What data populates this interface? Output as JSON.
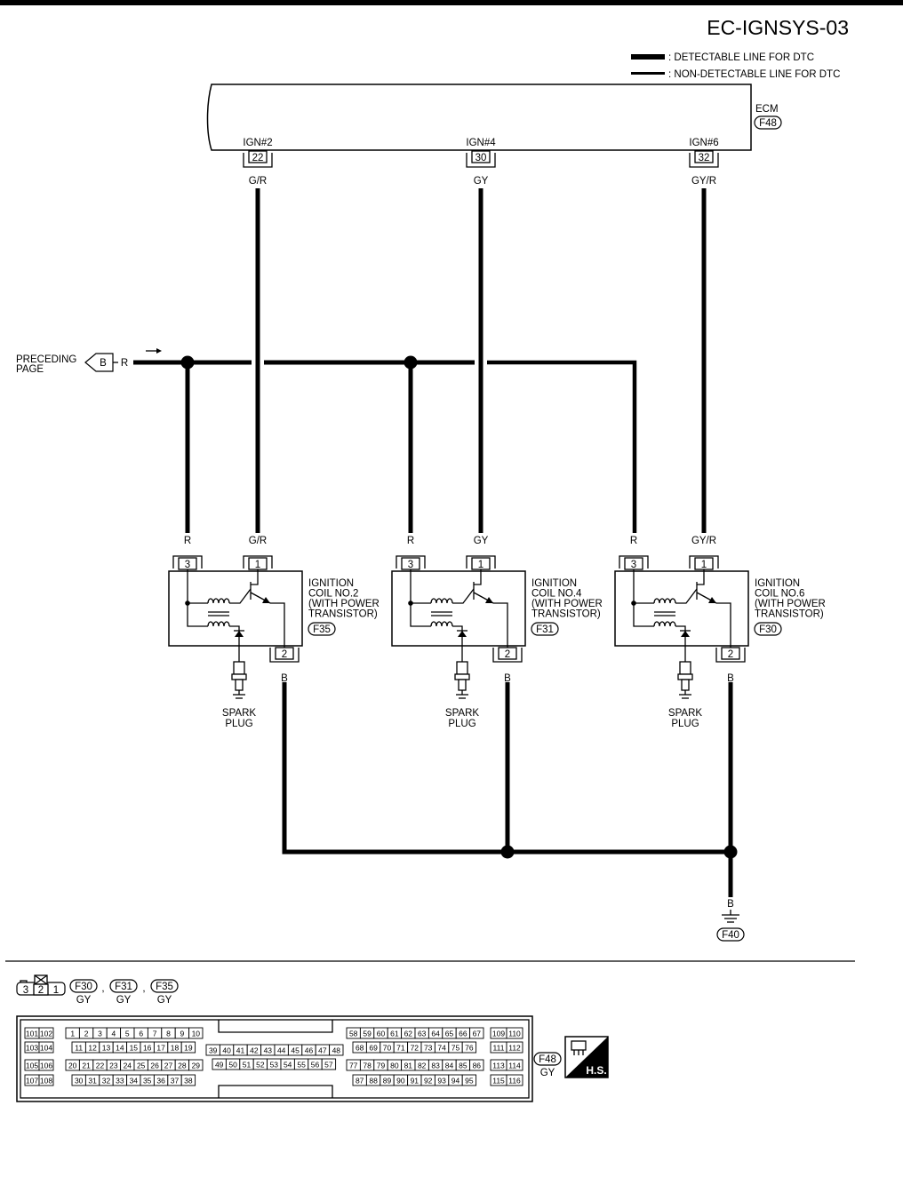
{
  "page_title": "EC-IGNSYS-03",
  "legend": {
    "detectable": ": DETECTABLE LINE FOR DTC",
    "non_detectable": ": NON-DETECTABLE LINE FOR DTC"
  },
  "ecm": {
    "label": "ECM",
    "connector": "F48",
    "terminals": [
      {
        "name": "IGN#2",
        "pin": "22",
        "wire": "G/R"
      },
      {
        "name": "IGN#4",
        "pin": "30",
        "wire": "GY"
      },
      {
        "name": "IGN#6",
        "pin": "32",
        "wire": "GY/R"
      }
    ]
  },
  "preceding": {
    "line1": "PRECEDING",
    "line2": "PAGE",
    "connector": "B",
    "wire": "R"
  },
  "coils": [
    {
      "line1": "IGNITION",
      "line2": "COIL NO.2",
      "line3": "(WITH POWER",
      "line4": "TRANSISTOR)",
      "connector": "F35",
      "pin3": "3",
      "pin1": "1",
      "pin2": "2",
      "wire_r": "R",
      "wire_sig": "G/R",
      "wire_b": "B",
      "plug1": "SPARK",
      "plug2": "PLUG"
    },
    {
      "line1": "IGNITION",
      "line2": "COIL NO.4",
      "line3": "(WITH POWER",
      "line4": "TRANSISTOR)",
      "connector": "F31",
      "pin3": "3",
      "pin1": "1",
      "pin2": "2",
      "wire_r": "R",
      "wire_sig": "GY",
      "wire_b": "B",
      "plug1": "SPARK",
      "plug2": "PLUG"
    },
    {
      "line1": "IGNITION",
      "line2": "COIL NO.6",
      "line3": "(WITH POWER",
      "line4": "TRANSISTOR)",
      "connector": "F30",
      "pin3": "3",
      "pin1": "1",
      "pin2": "2",
      "wire_r": "R",
      "wire_sig": "GY/R",
      "wire_b": "B",
      "plug1": "SPARK",
      "plug2": "PLUG"
    }
  ],
  "ground": {
    "wire": "B",
    "connector": "F40"
  },
  "connector_views": {
    "coil_pins": [
      "3",
      "2",
      "1"
    ],
    "coil_connectors": [
      {
        "id": "F30",
        "color": "GY"
      },
      {
        "id": "F31",
        "color": "GY"
      },
      {
        "id": "F35",
        "color": "GY"
      }
    ],
    "separator": ",",
    "ecm_connector": {
      "id": "F48",
      "color": "GY"
    },
    "hs_label": "H.S.",
    "ecm_pins": {
      "left_small": [
        [
          "101",
          "102"
        ],
        [
          "103",
          "104"
        ],
        [
          "105",
          "106"
        ],
        [
          "107",
          "108"
        ]
      ],
      "block1": [
        [
          "1",
          "2",
          "3",
          "4",
          "5",
          "6",
          "7",
          "8",
          "9",
          "10"
        ],
        [
          "11",
          "12",
          "13",
          "14",
          "15",
          "16",
          "17",
          "18",
          "19"
        ],
        [
          "20",
          "21",
          "22",
          "23",
          "24",
          "25",
          "26",
          "27",
          "28",
          "29"
        ],
        [
          "30",
          "31",
          "32",
          "33",
          "34",
          "35",
          "36",
          "37",
          "38"
        ]
      ],
      "block2": [
        [
          "39",
          "40",
          "41",
          "42",
          "43",
          "44",
          "45",
          "46",
          "47",
          "48"
        ],
        [
          "49",
          "50",
          "51",
          "52",
          "53",
          "54",
          "55",
          "56",
          "57"
        ]
      ],
      "block3": [
        [
          "58",
          "59",
          "60",
          "61",
          "62",
          "63",
          "64",
          "65",
          "66",
          "67"
        ],
        [
          "68",
          "69",
          "70",
          "71",
          "72",
          "73",
          "74",
          "75",
          "76"
        ],
        [
          "77",
          "78",
          "79",
          "80",
          "81",
          "82",
          "83",
          "84",
          "85",
          "86"
        ],
        [
          "87",
          "88",
          "89",
          "90",
          "91",
          "92",
          "93",
          "94",
          "95"
        ]
      ],
      "right_small": [
        [
          "109",
          "110"
        ],
        [
          "111",
          "112"
        ],
        [
          "113",
          "114"
        ],
        [
          "115",
          "116"
        ]
      ]
    }
  }
}
